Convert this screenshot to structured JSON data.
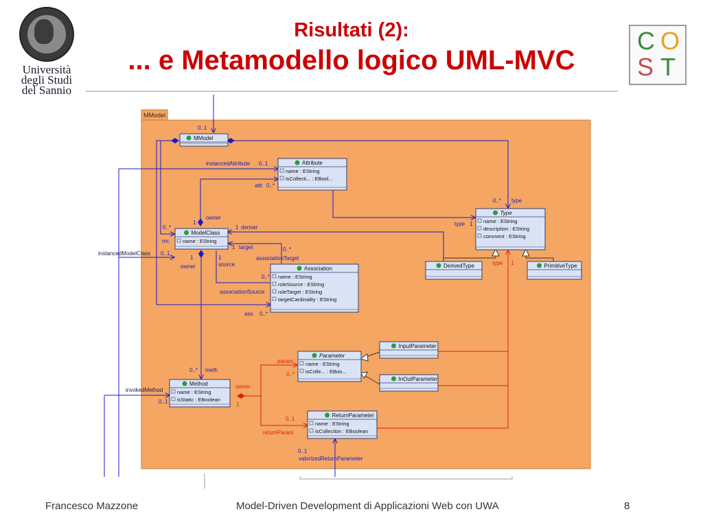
{
  "slide": {
    "title_line1": "Risultati (2):",
    "title_line2": "... e Metamodello logico UML-MVC",
    "page_number": "8"
  },
  "footer": {
    "author": "Francesco Mazzone",
    "course": "Model-Driven Development di Applicazioni Web con UWA"
  },
  "logos": {
    "university_lines": [
      "Università",
      "degli Studi",
      "del Sannio"
    ],
    "cost_letters": [
      "C",
      "O",
      "S",
      "T"
    ]
  },
  "diagram": {
    "package_name": "MModel",
    "classes": {
      "mmodel": {
        "name": "MModel",
        "attrs": []
      },
      "attribute": {
        "name": "Attribute",
        "attrs": [
          {
            "name": "name",
            "type": ": EString"
          },
          {
            "name": "isCollecti...",
            "type": ": EBool..."
          }
        ]
      },
      "modelclass": {
        "name": "ModelClass",
        "attrs": [
          {
            "name": "name",
            "type": ": EString"
          }
        ]
      },
      "association": {
        "name": "Association",
        "attrs": [
          {
            "name": "name",
            "type": ": EString"
          },
          {
            "name": "roleSource",
            "type": ": EString"
          },
          {
            "name": "roleTarget",
            "type": ": EString"
          },
          {
            "name": "targetCardinality",
            "type": ": EString"
          }
        ]
      },
      "type": {
        "name": "Type",
        "attrs": [
          {
            "name": "name",
            "type": ": EString"
          },
          {
            "name": "description",
            "type": ": EString"
          },
          {
            "name": "comment",
            "type": ": EString"
          }
        ]
      },
      "derivedtype": {
        "name": "DerivedType",
        "attrs": []
      },
      "primitivetype": {
        "name": "PrimitiveType",
        "attrs": []
      },
      "parameter": {
        "name": "Parameter",
        "attrs": [
          {
            "name": "name",
            "type": ": EString"
          },
          {
            "name": "isColle...",
            "type": ": EBoo..."
          }
        ]
      },
      "inputparameter": {
        "name": "InputParameter",
        "attrs": []
      },
      "inoutparameter": {
        "name": "InOutParameter",
        "attrs": []
      },
      "method": {
        "name": "Method",
        "attrs": [
          {
            "name": "name",
            "type": ": EString"
          },
          {
            "name": "isStatic",
            "type": ": EBoolean"
          }
        ]
      },
      "returnparameter": {
        "name": "ReturnParameter",
        "attrs": [
          {
            "name": "name",
            "type": ": EString"
          },
          {
            "name": "isCollection",
            "type": ": EBoolean"
          }
        ]
      }
    },
    "labels": {
      "mmodel_mult": "0..1",
      "instancedAttribute": "instancedAttribute",
      "instancedAttribute_mult": "0..1",
      "attr": "attr",
      "attr_mult": "0..*",
      "owner_top": "owner",
      "owner_top_mult": "1",
      "mc_mult": "0..*",
      "mc": "mc",
      "deriver_mult": "1",
      "deriver": "deriver",
      "target_mult": "1",
      "target": "target",
      "instancedModelClass": "instancedModelClass",
      "instancedModelClass_mult": "0..1",
      "owner_left_mult": "1",
      "owner_left": "owner",
      "source_mult": "1",
      "source": "source",
      "assoc_target_mult": "0..*",
      "associationTarget": "associationTarget",
      "assoc_mult1": "0..*",
      "associationSource": "associationSource",
      "ass": "ass",
      "ass_mult": "0..*",
      "type_top_mult": "0..*",
      "type_top": "type",
      "type_left": "type",
      "type_left_mult": "1",
      "type_bottom": "type",
      "type_bottom_mult": "1",
      "meth_mult": "0..*",
      "meth": "meth",
      "param": "param",
      "param_mult": "0..*",
      "invokedMethod": "invokedMethod",
      "invoked_mult": "0..1",
      "owner_method": "owner",
      "owner_method_mult": "1",
      "return_mult": "0..1",
      "returnParam": "returnParam",
      "valorized_mult": "0..1",
      "valorizedReturnParameter": "valorizedReturnParameter"
    }
  },
  "colors": {
    "title": "#cc0000",
    "package_fill": "#f4a662",
    "package_border": "#c47a30",
    "class_fill": "#d9e3f5",
    "class_border": "#3b3b6b",
    "assoc_blue": "#1a1acc",
    "assoc_red": "#dd2211"
  }
}
